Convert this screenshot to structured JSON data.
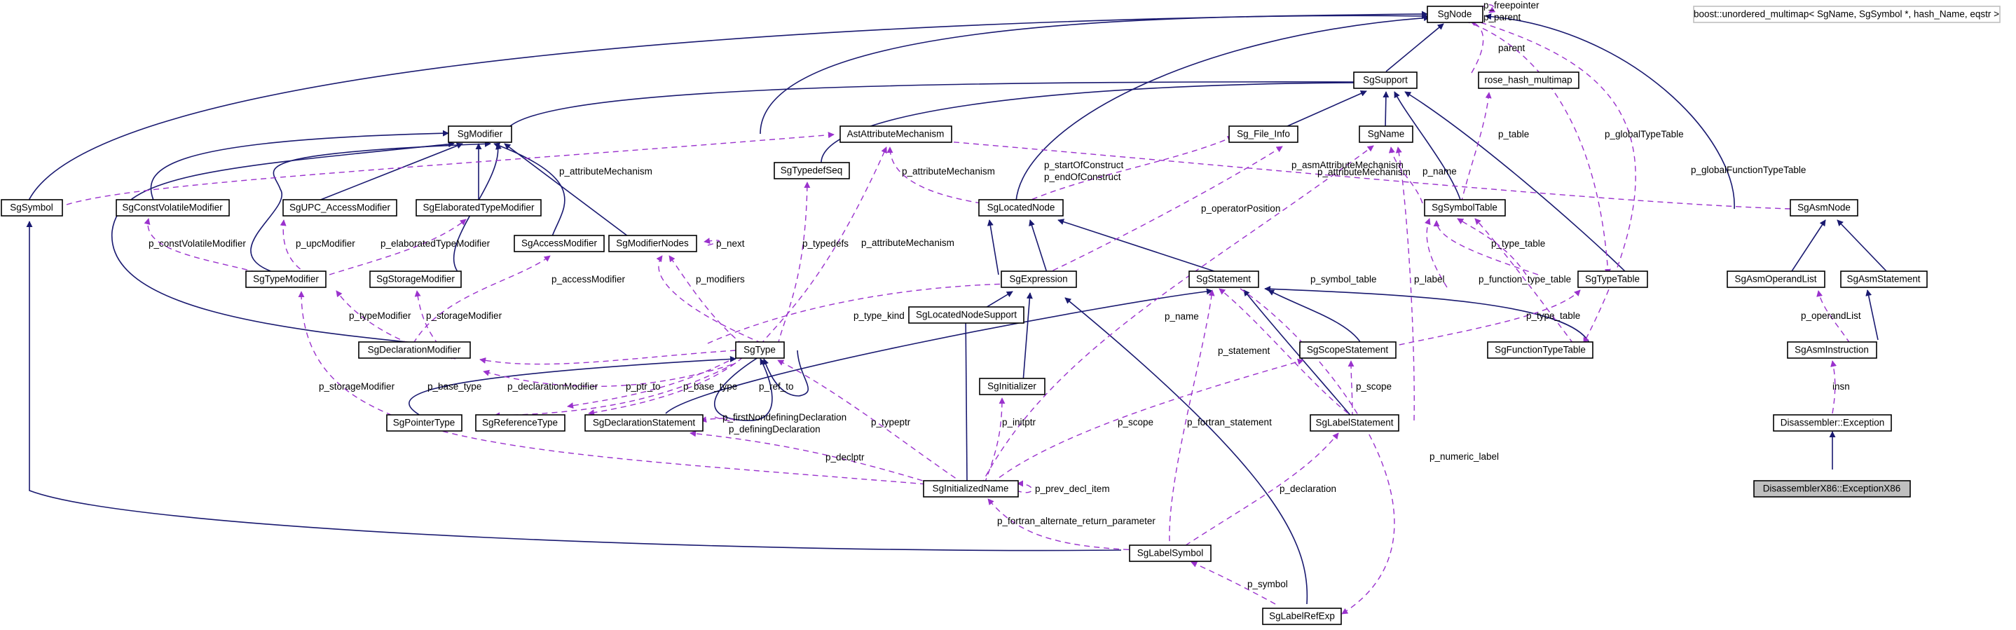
{
  "nodes": {
    "SgNode": "SgNode",
    "boost": "boost::unordered_multimap< SgName, SgSymbol *, hash_Name, eqstr >",
    "SgSupport": "SgSupport",
    "rose_hash_multimap": "rose_hash_multimap",
    "SgModifier": "SgModifier",
    "AstAttributeMechanism": "AstAttributeMechanism",
    "SgFileInfo": "Sg_File_Info",
    "SgName": "SgName",
    "SgTypedefSeq": "SgTypedefSeq",
    "SgSymbol": "SgSymbol",
    "SgConstVolatileModifier": "SgConstVolatileModifier",
    "SgUPCAccessModifier": "SgUPC_AccessModifier",
    "SgElaboratedTypeModifier": "SgElaboratedTypeModifier",
    "SgLocatedNode": "SgLocatedNode",
    "SgSymbolTable": "SgSymbolTable",
    "SgAsmNode": "SgAsmNode",
    "SgAccessModifier": "SgAccessModifier",
    "SgModifierNodes": "SgModifierNodes",
    "SgTypeModifier": "SgTypeModifier",
    "SgStorageModifier": "SgStorageModifier",
    "SgExpression": "SgExpression",
    "SgStatement": "SgStatement",
    "SgTypeTable": "SgTypeTable",
    "SgAsmOperandList": "SgAsmOperandList",
    "SgAsmStatement": "SgAsmStatement",
    "SgLocatedNodeSupport": "SgLocatedNodeSupport",
    "SgDeclarationModifier": "SgDeclarationModifier",
    "SgType": "SgType",
    "SgScopeStatement": "SgScopeStatement",
    "SgFunctionTypeTable": "SgFunctionTypeTable",
    "SgAsmInstruction": "SgAsmInstruction",
    "SgInitializer": "SgInitializer",
    "SgPointerType": "SgPointerType",
    "SgReferenceType": "SgReferenceType",
    "SgDeclarationStatement": "SgDeclarationStatement",
    "SgLabelStatement": "SgLabelStatement",
    "DisassemblerException": "Disassembler::Exception",
    "SgInitializedName": "SgInitializedName",
    "DisassemblerX86Exception": "DisassemblerX86::ExceptionX86",
    "SgLabelSymbol": "SgLabelSymbol",
    "SgLabelRefExp": "SgLabelRefExp"
  },
  "edge_labels": {
    "p_freepointer": "p_freepointer",
    "p_parent": "p_parent",
    "parent": "parent",
    "p_globalTypeTable": "p_globalTypeTable",
    "p_globalFunctionTypeTable": "p_globalFunctionTypeTable",
    "p_table": "p_table",
    "p_attributeMechanism_1": "p_attributeMechanism",
    "p_attributeMechanism_2": "p_attributeMechanism",
    "p_attributeMechanism_3": "p_attributeMechanism",
    "p_attributeMechanism_4": "p_attributeMechanism",
    "p_asmAttributeMechanism": "p_asmAttributeMechanism",
    "p_startOfConstruct": "p_startOfConstruct",
    "p_endOfConstruct": "p_endOfConstruct",
    "p_name_1": "p_name",
    "p_name_2": "p_name",
    "p_operatorPosition": "p_operatorPosition",
    "p_constVolatileModifier": "p_constVolatileModifier",
    "p_upcModifier": "p_upcModifier",
    "p_elaboratedTypeModifier": "p_elaboratedTypeModifier",
    "p_next": "p_next",
    "p_typedefs": "p_typedefs",
    "p_accessModifier": "p_accessModifier",
    "p_modifiers": "p_modifiers",
    "p_symbol_table": "p_symbol_table",
    "p_label": "p_label",
    "p_function_type_table": "p_function_type_table",
    "p_type_table": "p_type_table",
    "p_type_table_2": "p_type_table",
    "p_typeModifier": "p_typeModifier",
    "p_storageModifier": "p_storageModifier",
    "p_storageModifier_2": "p_storageModifier",
    "p_type_kind": "p_type_kind",
    "p_statement": "p_statement",
    "p_scope_1": "p_scope",
    "p_scope_2": "p_scope",
    "p_operandList": "p_operandList",
    "insn": "insn",
    "p_base_type_1": "p_base_type",
    "p_base_type_2": "p_base_type",
    "p_declarationModifier": "p_declarationModifier",
    "p_ptr_to": "p_ptr_to",
    "p_ref_to": "p_ref_to",
    "p_firstNondefiningDeclaration": "p_firstNondefiningDeclaration",
    "p_definingDeclaration": "p_definingDeclaration",
    "p_typeptr": "p_typeptr",
    "p_initptr": "p_initptr",
    "p_declptr": "p_declptr",
    "p_prev_decl_item": "p_prev_decl_item",
    "p_fortran_statement": "p_fortran_statement",
    "p_numeric_label": "p_numeric_label",
    "p_declaration": "p_declaration",
    "p_fortran_alternate_return_parameter": "p_fortran_alternate_return_parameter",
    "p_symbol": "p_symbol"
  },
  "colors": {
    "inheritance_edge": "#191970",
    "usage_edge": "#9a32cd",
    "node_border": "#000000",
    "external_node_border": "#bfbfbf",
    "focus_node_fill": "#bfbfbf"
  }
}
